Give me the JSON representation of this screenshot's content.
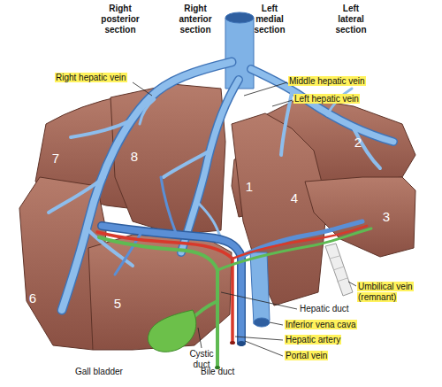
{
  "diagram": {
    "nodes": [
      {
        "text": [
          "7"
        ]
      },
      {
        "text": [
          "8"
        ]
      },
      {
        "text": [
          "2"
        ]
      },
      {
        "text": [
          "1"
        ]
      },
      {
        "text": [
          "4"
        ]
      },
      {
        "text": [
          "3"
        ]
      },
      {
        "text": [
          "6"
        ]
      },
      {
        "text": [
          "5"
        ]
      }
    ],
    "labels": [
      "Right posterior section",
      "Right anterior section",
      "Left medial section",
      "Left lateral section",
      "Right hepatic vein",
      "Middle hepatic vein",
      "Left hepatic vein",
      "Umbilical vein (remnant)",
      "Hepatic duct",
      "Inferior vena cava",
      "Hepatic artery",
      "Portal vein",
      "Cystic duct",
      "Gall bladder",
      "Bile duct"
    ]
  }
}
